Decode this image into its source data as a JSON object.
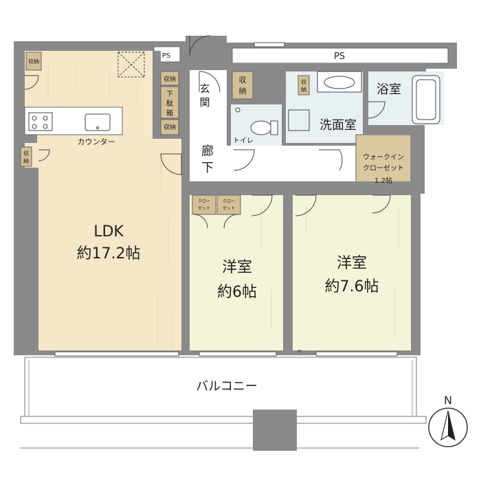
{
  "rooms": {
    "ldk": {
      "name": "LDK",
      "size": "約17.2帖"
    },
    "western1": {
      "name": "洋室",
      "size": "約6帖"
    },
    "western2": {
      "name": "洋室",
      "size": "約7.6帖"
    },
    "bath": "浴室",
    "washroom": "洗面室",
    "toilet": "トイレ",
    "entrance": [
      "玄",
      "関"
    ],
    "corridor": [
      "廊",
      "下"
    ],
    "walkin": [
      "ウォークイン",
      "クローゼット",
      "1.2帖"
    ],
    "balcony": "バルコニー"
  },
  "fixtures": {
    "storage": [
      "収",
      "納"
    ],
    "shoe_box": [
      "下",
      "駄",
      "箱"
    ],
    "counter": "カウンター",
    "closet": [
      "クロー",
      "ゼット"
    ],
    "ps": "PS",
    "ps_small": "PS"
  },
  "compass": {
    "north": "N"
  },
  "colors": {
    "wall": "#8a8a8a",
    "ldk_floor": "#f5e7c8",
    "room_floor": "#f3f4d8",
    "wet_floor": "#e9f0f3",
    "storage": "#d4bf96",
    "walkin": "#d9c8a0",
    "corridor": "#ffffff"
  }
}
